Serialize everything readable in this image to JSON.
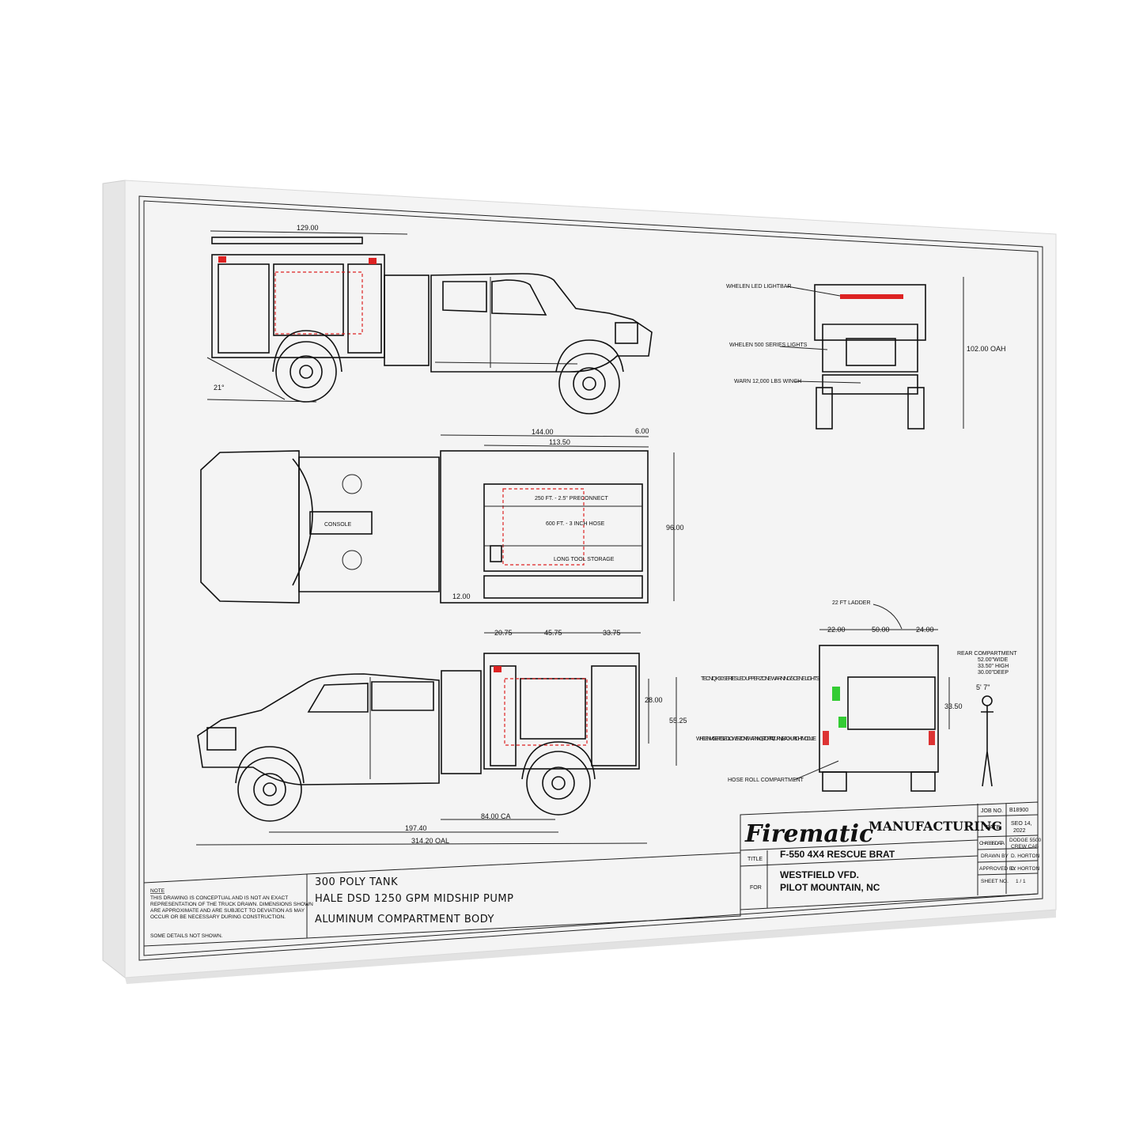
{
  "top_view": {
    "overall": "129.00",
    "angle": "21°"
  },
  "plan_view": {
    "dim_total": "144.00",
    "dim_body": "113.50",
    "dim_rear": "6.00",
    "dim_width": "96.00",
    "dim_front": "12.00",
    "console": "CONSOLE",
    "preconnect": "250 FT. - 2.5\" PRECONNECT",
    "hose": "600 FT. - 3 INCH HOSE",
    "long_tool": "LONG TOOL STORAGE"
  },
  "side_view": {
    "dim_a": "20.75",
    "dim_b": "45.75",
    "dim_c": "33.75",
    "dim_height_comp": "28.00",
    "dim_height_body": "55.25",
    "dim_ca": "84.00 CA",
    "dim_wb": "197.40",
    "dim_oal": "314.20 OAL"
  },
  "front_view": {
    "lightbar": "WHELEN LED LIGHTBAR",
    "lights_500": "WHELEN 500 SERIES LIGHTS",
    "winch": "WARN 12,000 LBS WINCH",
    "oah": "102.00 OAH"
  },
  "rear_view": {
    "ladder": "22 FT LADDER",
    "dim_l": "22.00",
    "dim_m": "50.00",
    "dim_r": "24.00",
    "tecniq": "TECNIQ K90 SERIES LED UPPER ZONE WARNING/SCENE LIGHTS",
    "m6": "WHELEN M6 SERIES LED LOWER ZONE WARNING, STOP/TAIL, TURN, & BACK-UP LIGHT MODULE",
    "hose_roll": "HOSE ROLL COMPARTMENT",
    "rear_comp": "REAR COMPARTMENT",
    "rear_w": "52.00\"WIDE",
    "rear_h": "33.50\" HIGH",
    "rear_d": "30.00\"DEEP",
    "dim_335": "33.50",
    "person_h": "5' 7\""
  },
  "notes": {
    "heading": "NOTE",
    "l1": "THIS DRAWING IS CONCEPTUAL AND IS NOT AN EXACT",
    "l2": "REPRESENTATION OF THE TRUCK DRAWN. DIMENSIONS SHOWN",
    "l3": "ARE APPROXIMATE AND ARE SUBJECT TO DEVIATION AS MAY",
    "l4": "OCCUR OR BE NECESSARY DURING CONSTRUCTION.",
    "l5": "SOME DETAILS NOT SHOWN."
  },
  "specs": {
    "line1": "300 POLY TANK",
    "line2": "HALE DSD 1250 GPM MIDSHIP PUMP",
    "line3": "ALUMINUM COMPARTMENT BODY"
  },
  "title_block": {
    "brand": "Firematic",
    "mfg": "MANUFACTURING",
    "title_label": "TITLE",
    "title": "F-550 4X4 RESCUE BRAT",
    "for_label": "FOR",
    "for1": "WESTFIELD VFD.",
    "for2": "PILOT MOUNTAIN, NC",
    "job_label": "JOB NO.",
    "job": "B18900",
    "date_label": "DATE",
    "date1": "SEO 14,",
    "date2": "2022",
    "chassis_label": "CHASSIS DATA",
    "chassis": "DODGE 5500",
    "crew": "CREW CAB",
    "drawn_label": "DRAWN BY",
    "drawn": "D. HORTON",
    "approved_label": "APPROVED BY",
    "approved": "D. HORTON",
    "sheet_label": "SHEET NO.",
    "sheet": "1 / 1"
  }
}
